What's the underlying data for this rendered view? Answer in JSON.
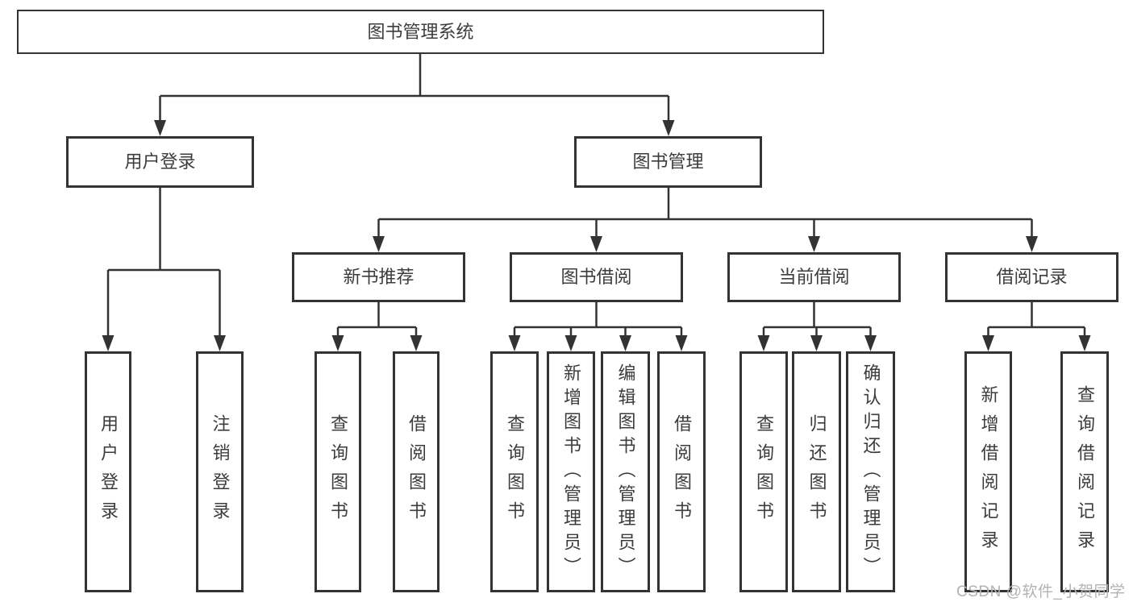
{
  "diagram": {
    "type": "hierarchy",
    "colors": {
      "line": "#333333",
      "text": "#3c3c3c",
      "box_bg": "#ffffff",
      "watermark": "#b2b2b2"
    },
    "tree": {
      "root": {
        "label": "图书管理系统",
        "children": [
          {
            "label": "用户登录",
            "children": [
              {
                "label": "用户登录"
              },
              {
                "label": "注销登录"
              }
            ]
          },
          {
            "label": "图书管理",
            "children": [
              {
                "label": "新书推荐",
                "children": [
                  {
                    "label": "查询图书"
                  },
                  {
                    "label": "借阅图书"
                  }
                ]
              },
              {
                "label": "图书借阅",
                "children": [
                  {
                    "label": "查询图书"
                  },
                  {
                    "label": "新增图书（管理员）"
                  },
                  {
                    "label": "编辑图书（管理员）"
                  },
                  {
                    "label": "借阅图书"
                  }
                ]
              },
              {
                "label": "当前借阅",
                "children": [
                  {
                    "label": "查询图书"
                  },
                  {
                    "label": "归还图书"
                  },
                  {
                    "label": "确认归还（管理员）"
                  }
                ]
              },
              {
                "label": "借阅记录",
                "children": [
                  {
                    "label": "新增借阅记录"
                  },
                  {
                    "label": "查询借阅记录"
                  }
                ]
              }
            ]
          }
        ]
      }
    },
    "watermark": "CSDN @软件_小贺同学"
  }
}
